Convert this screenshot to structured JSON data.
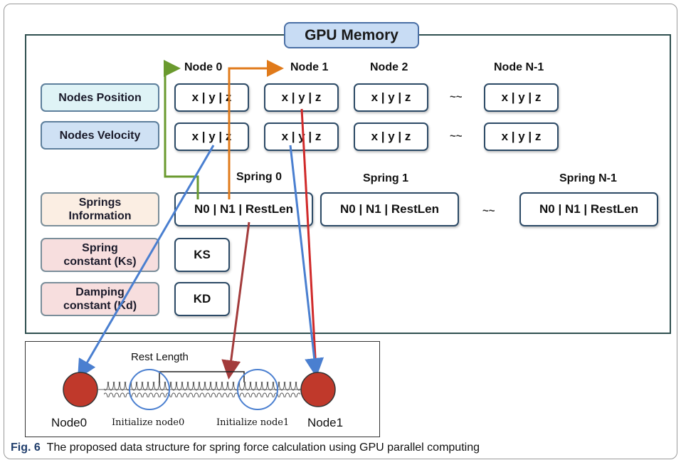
{
  "memory_title": "GPU Memory",
  "row_labels": {
    "position": "Nodes Position",
    "velocity": "Nodes Velocity",
    "springs": "Springs\nInformation",
    "ks": "Spring\nconstant (Ks)",
    "kd": "Damping\nconstant (Kd)"
  },
  "node_headers": [
    "Node 0",
    "Node 1",
    "Node 2",
    "Node N-1"
  ],
  "xyz": "x | y | z",
  "tilde": "~~",
  "spring_headers": [
    "Spring 0",
    "Spring 1",
    "Spring N-1"
  ],
  "spring_cell": "N0 | N1 | RestLen",
  "ks_value": "KS",
  "kd_value": "KD",
  "bottom": {
    "rest_length": "Rest Length",
    "init0": "Initialize node0",
    "init1": "Initialize node1",
    "node0": "Node0",
    "node1": "Node1"
  },
  "caption": {
    "fig": "Fig. 6",
    "text": "The proposed data structure for spring force calculation using GPU parallel computing"
  },
  "colors": {
    "arrow_green": "#6a9a2e",
    "arrow_orange": "#e07a1a",
    "arrow_blue": "#4a7fd0",
    "arrow_red": "#c0392b",
    "arrow_darkred": "#a33b3b",
    "node_fill": "#c0392b"
  }
}
